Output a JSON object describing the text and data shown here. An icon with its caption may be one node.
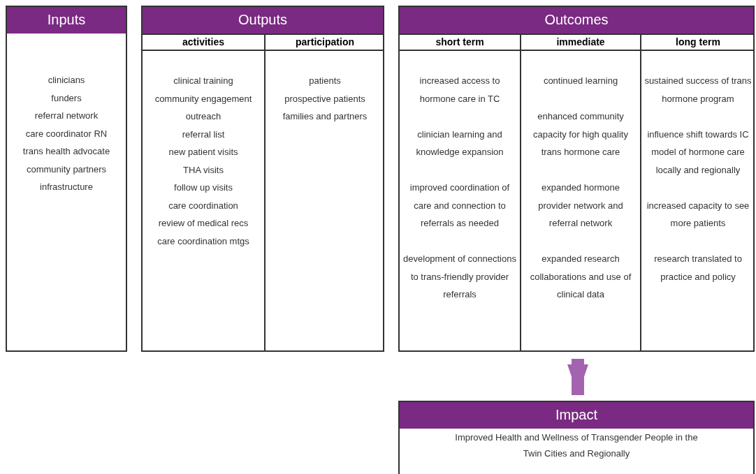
{
  "diagram": {
    "nodes": [
      {
        "text": [
          "Inputs",
          "clinicians",
          "funders",
          "referral network",
          "care coordinator RN",
          "trans health advocate",
          "community partners",
          "infrastructure"
        ]
      },
      {
        "text": [
          "Outputs"
        ]
      },
      {
        "text": [
          "activities",
          "clinical training",
          "community engagement",
          "outreach",
          "referral list",
          "new patient visits",
          "THA visits",
          "follow up visits",
          "care coordination",
          "review of medical recs",
          "care coordination mtgs"
        ],
        "in": 1
      },
      {
        "text": [
          "participation",
          "patients",
          "prospective patients",
          "families and partners"
        ],
        "in": 1
      },
      {
        "text": [
          "Outcomes"
        ]
      },
      {
        "text": [
          "short term",
          "increased access to hormone care in TC",
          "clinician learning and knowledge expansion",
          "improved coordination of care and connection to referrals as needed",
          "development of connections to trans-friendly provider referrals"
        ],
        "in": 4
      },
      {
        "text": [
          "immediate",
          "continued learning",
          "enhanced community capacity for high quality trans hormone care",
          "expanded hormone provider network and referral network",
          "expanded research collaborations and use of clinical data"
        ],
        "in": 4
      },
      {
        "text": [
          "long term",
          "sustained success of trans hormone program",
          "influence shift towards IC model of hormone care locally and regionally",
          "increased capacity to see more patients",
          "research translated to practice and policy"
        ],
        "in": 4
      },
      {
        "text": [
          "Impact",
          "Improved Health and Wellness of Transgender People in the Twin Cities and Regionally"
        ]
      }
    ],
    "edges": [
      {
        "from": 4,
        "to": 8,
        "arrow": "to"
      }
    ]
  }
}
